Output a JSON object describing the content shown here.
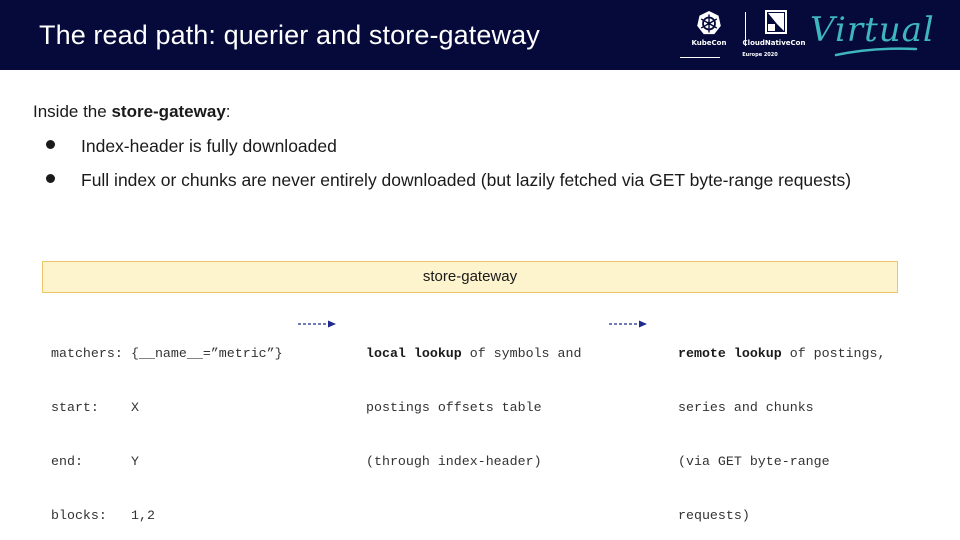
{
  "header": {
    "title": "The read path: querier and store-gateway",
    "logos": {
      "kubecon_label": "KubeCon",
      "cncf_label": "CloudNativeCon",
      "event_label": "Europe 2020",
      "virtual_label": "Virtual",
      "kubecon_icon": "kubernetes-wheel-icon",
      "cncf_icon": "cncf-logo-icon"
    }
  },
  "intro": {
    "prefix": "Inside the ",
    "bold": "store-gateway",
    "suffix": ":"
  },
  "bullets": [
    "Index-header is fully downloaded",
    "Full index or chunks are never entirely downloaded (but lazily fetched via GET byte-range requests)"
  ],
  "gateway_bar": {
    "label": "store-gateway"
  },
  "query": {
    "rows": [
      {
        "key": "matchers:",
        "value": "{__name__=”metric”}"
      },
      {
        "key": "start:",
        "value": "X"
      },
      {
        "key": "end:",
        "value": "Y"
      },
      {
        "key": "blocks:",
        "value": "1,2"
      }
    ]
  },
  "steps": {
    "local": {
      "bold": "local lookup",
      "line1_rest": " of symbols and",
      "line2": "postings offsets table",
      "line3": "(through index-header)"
    },
    "remote": {
      "bold": "remote lookup",
      "line1_rest": " of postings,",
      "line2": "series and chunks",
      "line3": "(via GET byte-range",
      "line4": "requests)"
    }
  },
  "colors": {
    "header_bg": "#060a3a",
    "bar_bg": "#fdf3cd",
    "bar_border": "#e9c768",
    "arrow": "#1f2a8a",
    "virtual_accent": "#3fb5bf"
  }
}
